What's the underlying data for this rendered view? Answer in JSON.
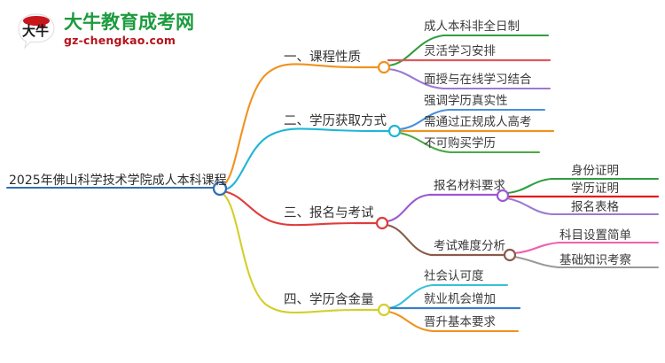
{
  "logo": {
    "mark_text": "大牛",
    "title_cn": "大牛教育成考网",
    "title_en": "gz-chengkao.com",
    "mark_color": "#c8161d",
    "title_color": "#1d9b3f",
    "url_color": "#b4141a"
  },
  "mindmap": {
    "root": {
      "label": "2025年佛山科学技术学院成人本科课程",
      "color": "#2f6fb5"
    },
    "branches": [
      {
        "label": "一、课程性质",
        "color": "#f0921e",
        "children": [
          {
            "label": "成人本科非全日制",
            "color": "#2f9e3f"
          },
          {
            "label": "灵活学习安排",
            "color": "#e0585c"
          },
          {
            "label": "面授与在线学习结合",
            "color": "#9b79d4"
          }
        ]
      },
      {
        "label": "二、学历获取方式",
        "color": "#1fb6d4",
        "children": [
          {
            "label": "强调学历真实性",
            "color": "#4a90d9"
          },
          {
            "label": "需通过正规成人高考",
            "color": "#f0921e"
          },
          {
            "label": "不可购买学历",
            "color": "#4aa845"
          }
        ]
      },
      {
        "label": "三、报名与考试",
        "color": "#e03c3c",
        "children": [
          {
            "label": "报名材料要求",
            "color": "#9b59d0",
            "children": [
              {
                "label": "身份证明",
                "color": "#2f9e3f"
              },
              {
                "label": "学历证明",
                "color": "#e81919"
              },
              {
                "label": "报名表格",
                "color": "#9b79d4"
              }
            ]
          },
          {
            "label": "考试难度分析",
            "color": "#8a5a4a",
            "children": [
              {
                "label": "科目设置简单",
                "color": "#ef5fb0"
              },
              {
                "label": "基础知识考察",
                "color": "#9a9a9a"
              }
            ]
          }
        ]
      },
      {
        "label": "四、学历含金量",
        "color": "#d4cf2a",
        "children": [
          {
            "label": "社会认可度",
            "color": "#35c0d8"
          },
          {
            "label": "就业机会增加",
            "color": "#3b7ec4"
          },
          {
            "label": "晋升基本要求",
            "color": "#f0921e"
          }
        ]
      }
    ]
  }
}
